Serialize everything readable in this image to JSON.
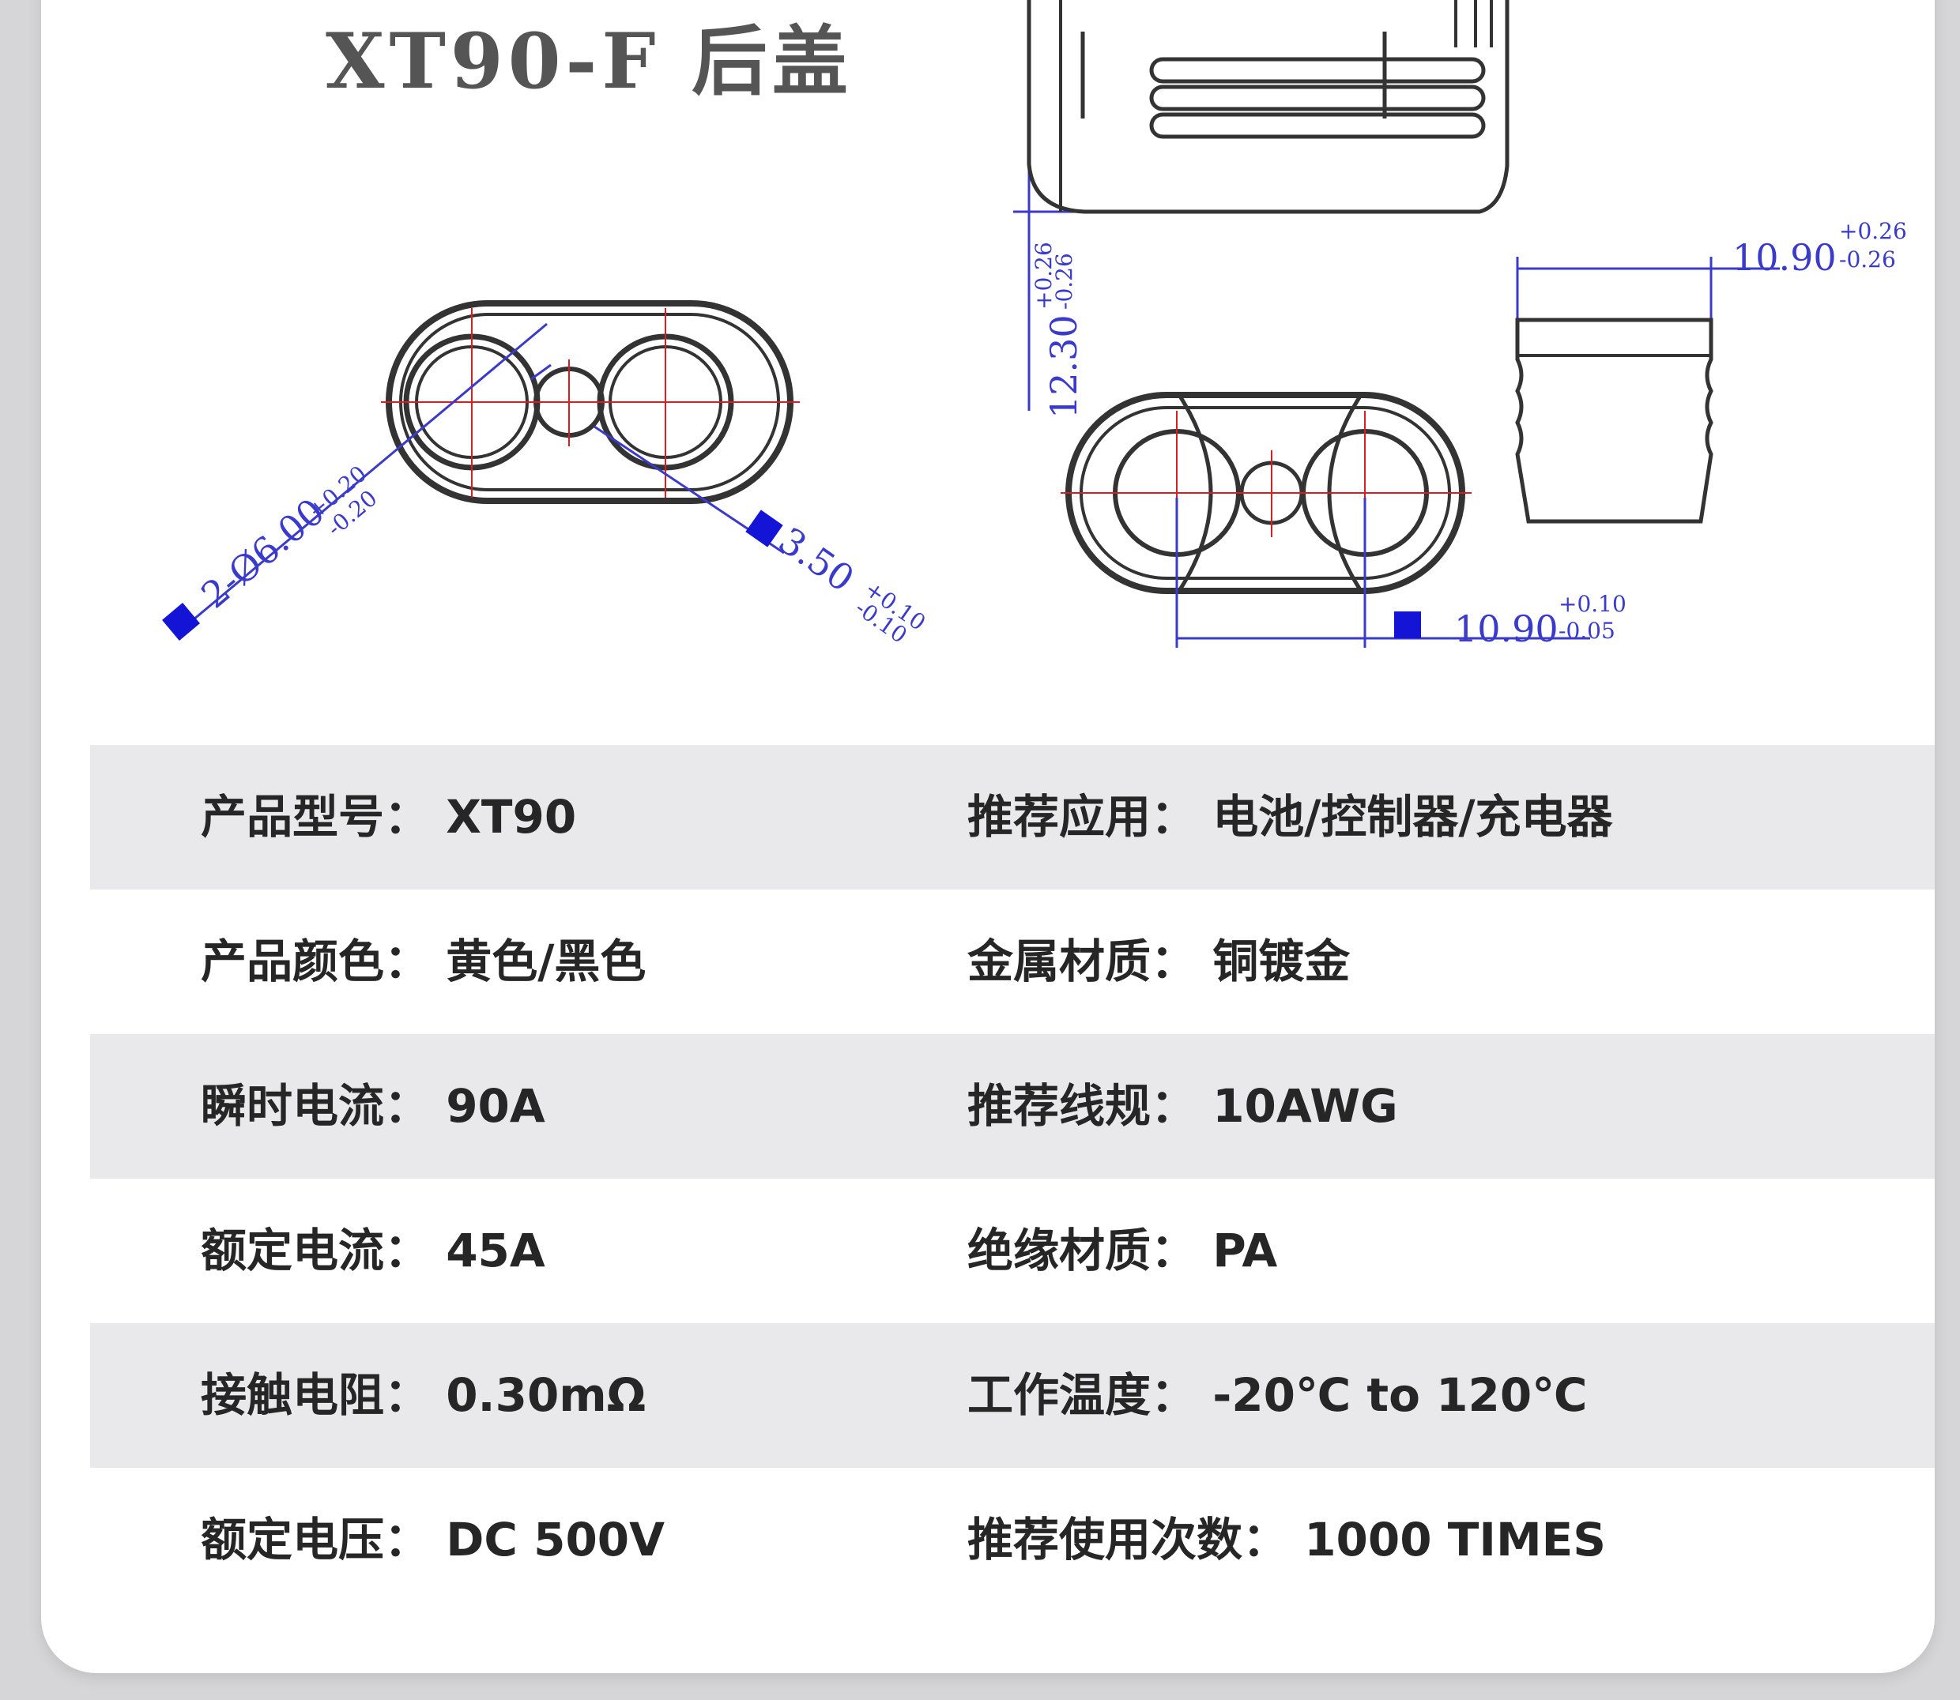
{
  "title": "XT90-F 后盖",
  "drawing": {
    "dim_top_view_diameter": "2-Ø6.00",
    "dim_top_view_diameter_tol_plus": "+0.20",
    "dim_top_view_diameter_tol_minus": "-0.20",
    "dim_center_hole": "3.50",
    "dim_center_hole_tol_plus": "+0.10",
    "dim_center_hole_tol_minus": "-0.10",
    "dim_height": "12.30",
    "dim_height_tol_plus": "+0.26",
    "dim_height_tol_minus": "-0.26",
    "dim_side_width": "10.90",
    "dim_side_width_tol_plus": "+0.26",
    "dim_side_width_tol_minus": "-0.26",
    "dim_front_width": "10.90",
    "dim_front_width_tol_plus": "+0.10",
    "dim_front_width_tol_minus": "-0.05",
    "line_color": "#3a3acb",
    "center_line_color": "#d81e1e"
  },
  "specs": [
    {
      "left": "产品型号： XT90",
      "right": "推荐应用： 电池/控制器/充电器"
    },
    {
      "left": "产品颜色： 黄色/黑色",
      "right": "金属材质： 铜镀金"
    },
    {
      "left": "瞬时电流： 90A",
      "right": "推荐线规： 10AWG"
    },
    {
      "left": "额定电流： 45A",
      "right": "绝缘材质： PA"
    },
    {
      "left": "接触电阻： 0.30mΩ",
      "right": "工作温度： -20℃ to 120℃"
    },
    {
      "left": "额定电压： DC 500V",
      "right": "推荐使用次数： 1000 TIMES"
    }
  ]
}
